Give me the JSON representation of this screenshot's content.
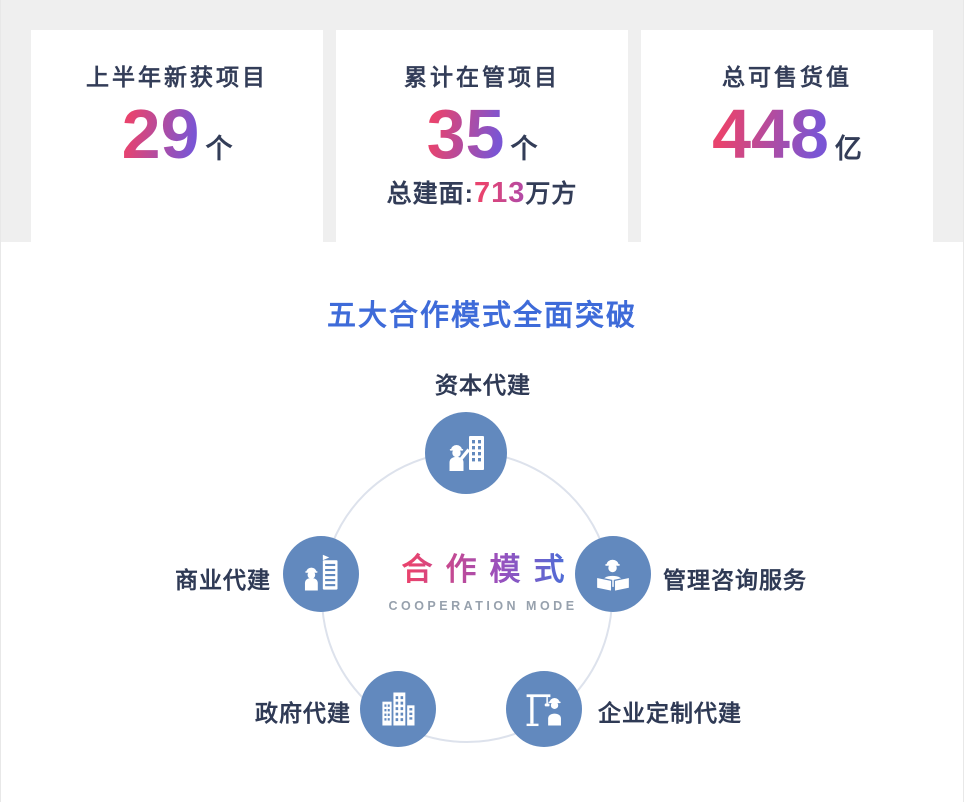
{
  "colors": {
    "accent_blue": "#3e6bd9",
    "node_blue": "#6289be",
    "number_gradient_start": "#e8436e",
    "number_gradient_end": "#7a55d4",
    "dark_text": "#333d58"
  },
  "stats": {
    "cards": [
      {
        "label": "上半年新获项目",
        "value": "29",
        "unit": "个"
      },
      {
        "label": "累计在管项目",
        "value": "35",
        "unit": "个",
        "sub_prefix": "总建面:",
        "sub_value": "713",
        "sub_suffix": "万方"
      },
      {
        "label": "总可售货值",
        "value": "448",
        "unit": "亿"
      }
    ]
  },
  "section": {
    "title": "五大合作模式全面突破"
  },
  "diagram": {
    "center": {
      "title": "合作模式",
      "subtitle": "COOPERATION MODE"
    },
    "nodes": [
      {
        "label": "资本代建",
        "icon": "capital-construction-icon"
      },
      {
        "label": "商业代建",
        "icon": "commercial-construction-icon"
      },
      {
        "label": "管理咨询服务",
        "icon": "consulting-service-icon"
      },
      {
        "label": "政府代建",
        "icon": "government-construction-icon"
      },
      {
        "label": "企业定制代建",
        "icon": "enterprise-custom-construction-icon"
      }
    ]
  }
}
